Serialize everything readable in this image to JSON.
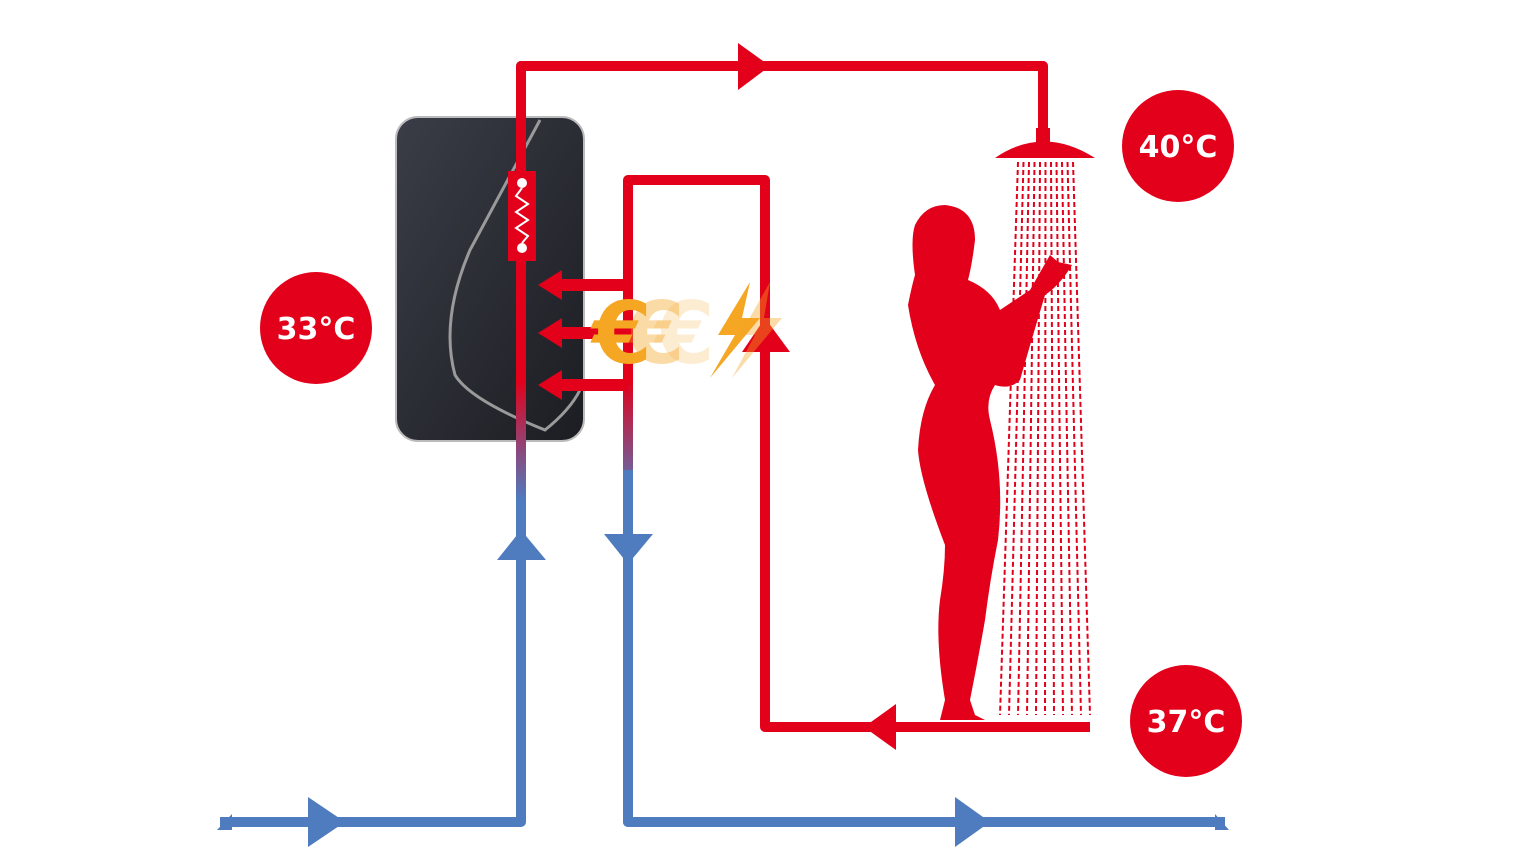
{
  "temperatures": {
    "heater_inlet": "33°C",
    "shower_outlet": "40°C",
    "drain_return": "37°C"
  },
  "symbols": {
    "euro": "€",
    "icons": [
      "heating-element-icon",
      "euro-icon",
      "lightning-bolt-icon",
      "shower-head-icon",
      "person-silhouette-icon"
    ]
  },
  "colors": {
    "hot": "#e2001a",
    "cold": "#4f7bbf",
    "energy": "#f5a623",
    "heater": "#2b2d34"
  }
}
